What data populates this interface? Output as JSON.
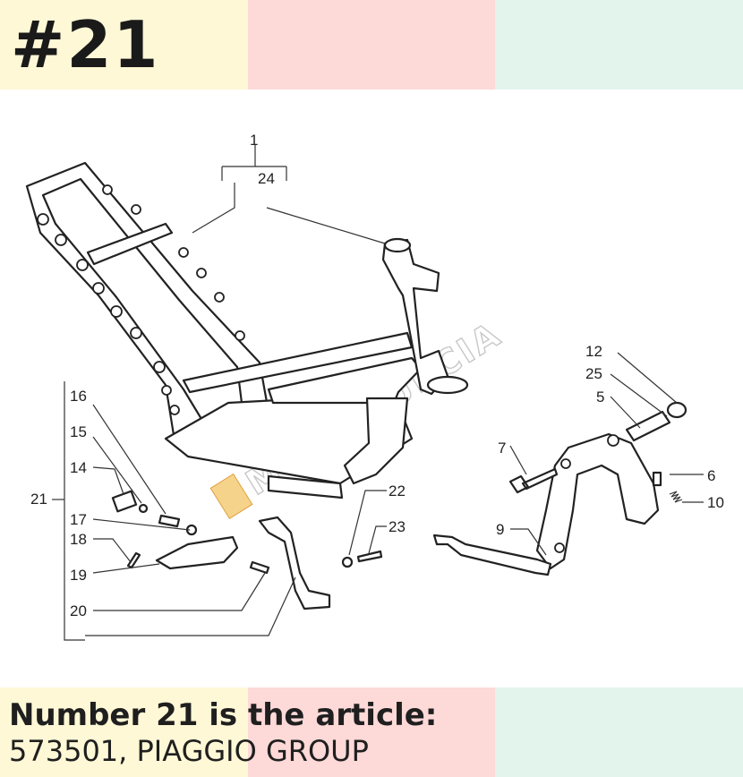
{
  "header": {
    "number_label": "#21"
  },
  "footer": {
    "title": "Number 21 is the article:",
    "subtitle": "573501, PIAGGIO GROUP"
  },
  "diagram": {
    "watermark": "MOTOMURCIA",
    "callouts": {
      "c1": "1",
      "c24": "24",
      "c12": "12",
      "c25": "25",
      "c5": "5",
      "c7": "7",
      "c6": "6",
      "c10": "10",
      "c9": "9",
      "c22": "22",
      "c23": "23",
      "c16": "16",
      "c15": "15",
      "c14": "14",
      "c21": "21",
      "c17": "17",
      "c18": "18",
      "c19": "19",
      "c20": "20"
    }
  },
  "colors": {
    "band_yellow": "#fff8d6",
    "band_pink": "#fdd9d8",
    "band_green": "#e3f4ec"
  }
}
